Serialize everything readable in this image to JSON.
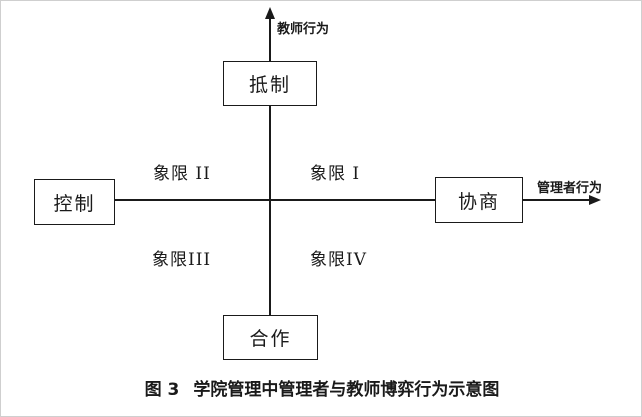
{
  "axes": {
    "vertical_label": "教师行为",
    "horizontal_label": "管理者行为"
  },
  "boxes": {
    "top": "抵制",
    "left": "控制",
    "right": "协商",
    "bottom": "合作"
  },
  "quadrants": {
    "q1": "象限 I",
    "q2": "象限 II",
    "q3": "象限III",
    "q4": "象限IV"
  },
  "caption": {
    "number": "图 3",
    "title": "学院管理中管理者与教师博弈行为示意图"
  },
  "colors": {
    "line": "#1a1a1a",
    "background": "#ffffff"
  }
}
